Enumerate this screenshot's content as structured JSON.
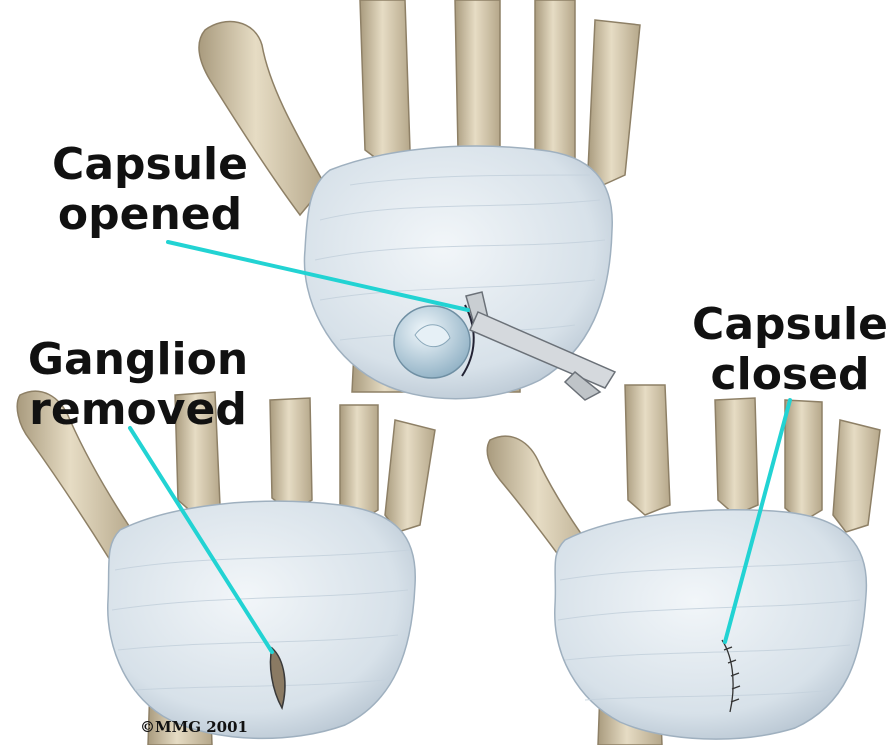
{
  "labels": {
    "capsule_opened": {
      "line1": "Capsule",
      "line2": "opened"
    },
    "ganglion_removed": {
      "line1": "Ganglion",
      "line2": "removed"
    },
    "capsule_closed": {
      "line1": "Capsule",
      "line2": "closed"
    }
  },
  "copyright": "©MMG 2001",
  "colors": {
    "background": "#ffffff",
    "capsule": "#dfe7ee",
    "capsule_shade": "#b9c7d3",
    "bone": "#d8cbb0",
    "bone_shade": "#a99b7e",
    "leader_line": "#22d3d3",
    "ganglion": "#c9dbe6"
  },
  "panels": [
    {
      "name": "capsule-opened-panel",
      "icon": "wrist-capsule-icon"
    },
    {
      "name": "ganglion-removed-panel",
      "icon": "wrist-capsule-icon"
    },
    {
      "name": "capsule-closed-panel",
      "icon": "wrist-capsule-icon"
    }
  ]
}
